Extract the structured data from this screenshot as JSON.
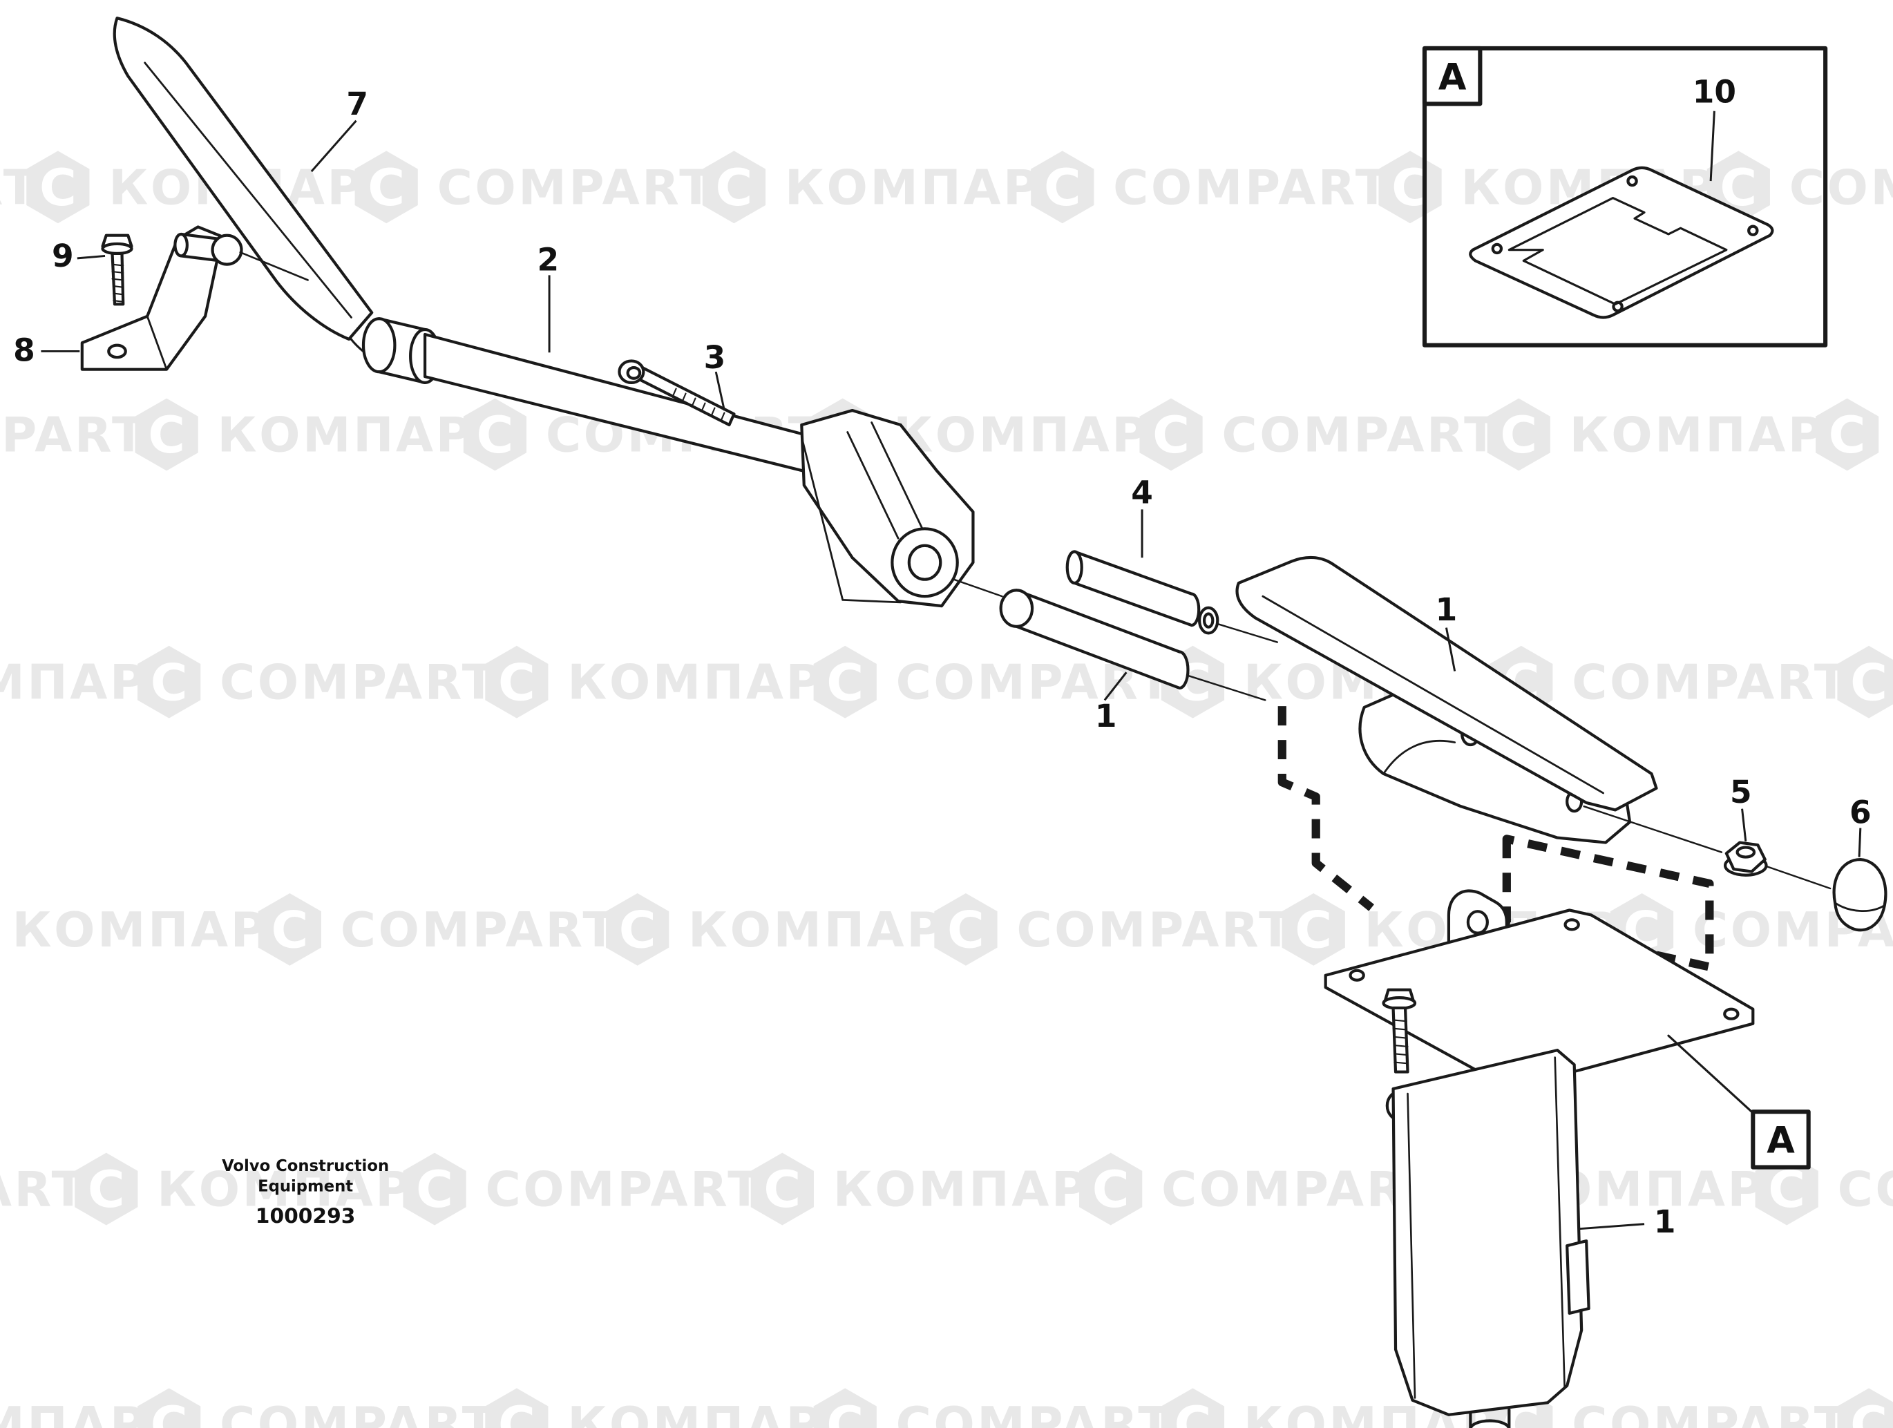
{
  "watermark": {
    "text_cyrillic": "КОМПАРТ",
    "text_latin": "COMPART",
    "logo_letter": "C",
    "color": "#e8e8e8"
  },
  "art": {
    "line_color": "#1a1a1a",
    "background": "#ffffff"
  },
  "callouts": {
    "part7": "7",
    "part9": "9",
    "part8": "8",
    "part2": "2",
    "part3": "3",
    "part4": "4",
    "part1_pin": "1",
    "part1_pedal": "1",
    "part5": "5",
    "part6": "6",
    "part1_valve": "1",
    "part10": "10",
    "detail_ref_inset": "A",
    "detail_ref_plate": "A"
  },
  "footer": {
    "company_line1": "Volvo Construction",
    "company_line2": "Equipment",
    "figure_number": "1000293"
  }
}
